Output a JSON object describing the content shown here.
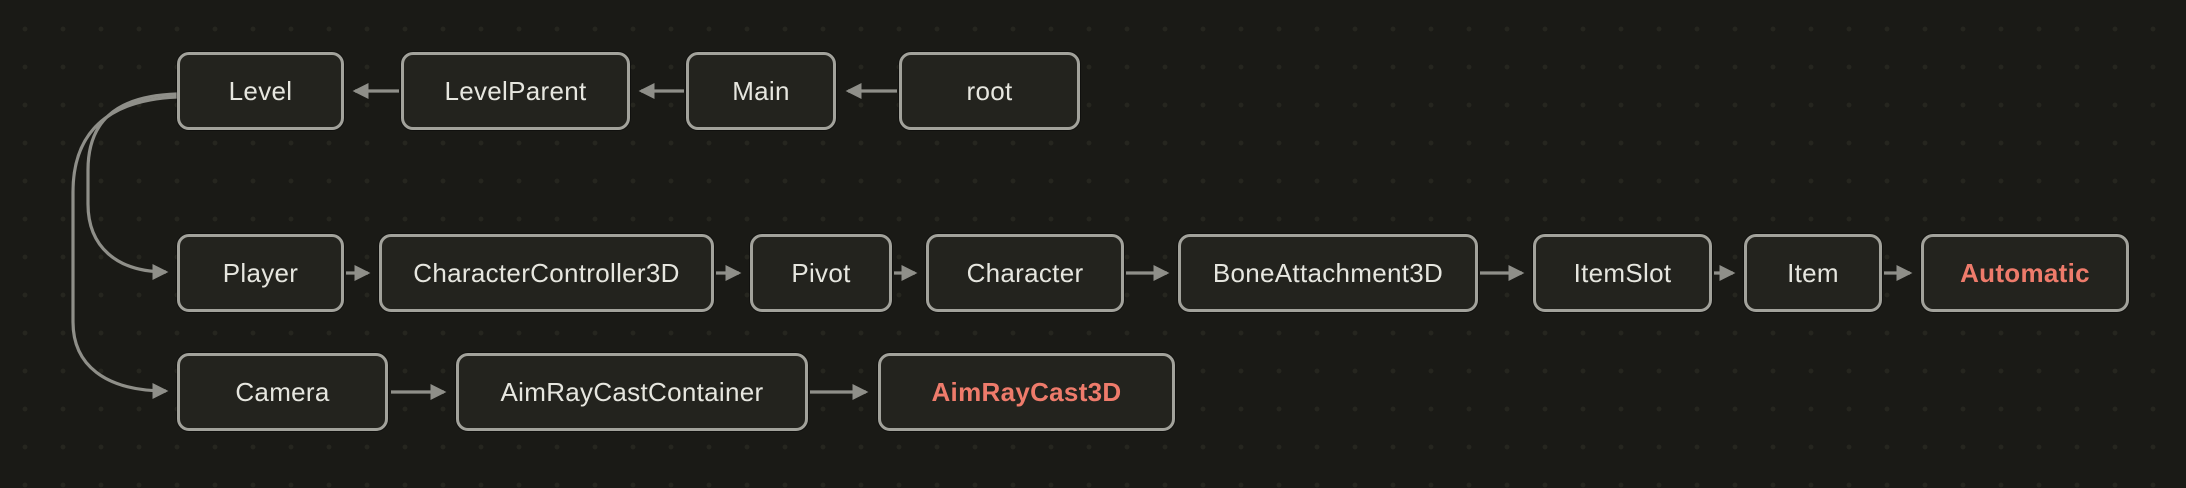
{
  "diagram": {
    "kind": "scene-tree-node-graph",
    "colors": {
      "background": "#1a1a16",
      "dot_grid": "#26261f",
      "node_fill": "#23231e",
      "node_border": "#a2a29b",
      "node_text": "#e6e6df",
      "highlight_text": "#ee7b6b",
      "edge": "#8f8f89"
    },
    "rows": [
      {
        "name": "root-chain",
        "arrow_direction": "left",
        "nodes": [
          {
            "label": "Level",
            "highlight": false
          },
          {
            "label": "LevelParent",
            "highlight": false
          },
          {
            "label": "Main",
            "highlight": false
          },
          {
            "label": "root",
            "highlight": false
          }
        ]
      },
      {
        "name": "player-chain",
        "arrow_direction": "right",
        "nodes": [
          {
            "label": "Player",
            "highlight": false
          },
          {
            "label": "CharacterController3D",
            "highlight": false
          },
          {
            "label": "Pivot",
            "highlight": false
          },
          {
            "label": "Character",
            "highlight": false
          },
          {
            "label": "BoneAttachment3D",
            "highlight": false
          },
          {
            "label": "ItemSlot",
            "highlight": false
          },
          {
            "label": "Item",
            "highlight": false
          },
          {
            "label": "Automatic",
            "highlight": true
          }
        ]
      },
      {
        "name": "camera-chain",
        "arrow_direction": "right",
        "nodes": [
          {
            "label": "Camera",
            "highlight": false
          },
          {
            "label": "AimRayCastContainer",
            "highlight": false
          },
          {
            "label": "AimRayCast3D",
            "highlight": true
          }
        ]
      }
    ],
    "edges": [
      {
        "from": "root",
        "to": "Main",
        "direction": "left"
      },
      {
        "from": "Main",
        "to": "LevelParent",
        "direction": "left"
      },
      {
        "from": "LevelParent",
        "to": "Level",
        "direction": "left"
      },
      {
        "from": "Level",
        "to": "Player",
        "direction": "curved-down-right"
      },
      {
        "from": "Level",
        "to": "Camera",
        "direction": "curved-down-right"
      },
      {
        "from": "Player",
        "to": "CharacterController3D",
        "direction": "right"
      },
      {
        "from": "CharacterController3D",
        "to": "Pivot",
        "direction": "right"
      },
      {
        "from": "Pivot",
        "to": "Character",
        "direction": "right"
      },
      {
        "from": "Character",
        "to": "BoneAttachment3D",
        "direction": "right"
      },
      {
        "from": "BoneAttachment3D",
        "to": "ItemSlot",
        "direction": "right"
      },
      {
        "from": "ItemSlot",
        "to": "Item",
        "direction": "right"
      },
      {
        "from": "Item",
        "to": "Automatic",
        "direction": "right"
      },
      {
        "from": "Camera",
        "to": "AimRayCastContainer",
        "direction": "right"
      },
      {
        "from": "AimRayCastContainer",
        "to": "AimRayCast3D",
        "direction": "right"
      }
    ]
  }
}
